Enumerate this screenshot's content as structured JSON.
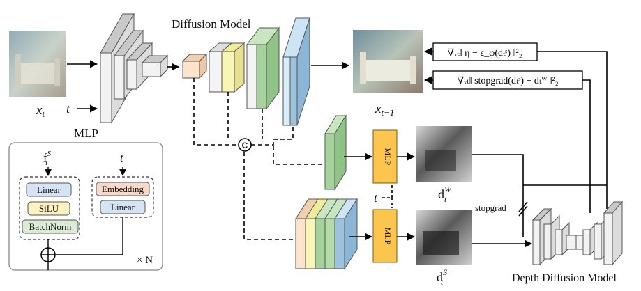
{
  "diffusion_model": {
    "title": "Diffusion Model"
  },
  "inputs": {
    "x_t": "x",
    "x_t_sub": "t",
    "t": "t"
  },
  "output": {
    "x_prev": "x",
    "x_prev_sub": "t−1"
  },
  "concat": {
    "symbol": "C"
  },
  "mlp_box": {
    "title": "MLP",
    "feature_input": "f",
    "feature_sup": "S",
    "feature_sub": "t",
    "time_input": "t",
    "left_layers": [
      "Linear",
      "SiLU",
      "BatchNorm"
    ],
    "right_layers": [
      "Embedding",
      "Linear"
    ],
    "repeat": "× N"
  },
  "mlp_blocks": {
    "label": "MLP"
  },
  "time_mid": "t",
  "depth_outputs": {
    "dw": "d",
    "dw_sup": "W",
    "dw_sub": "t",
    "ds": "d",
    "ds_sup": "S",
    "ds_sub": "t"
  },
  "stopgrad": "stopgrad",
  "depth_diffusion_model": {
    "title": "Depth Diffusion Model"
  },
  "loss_top": "∇ₓₜ‖ η − ε_φ(dₜˢ) ‖²₂",
  "loss_bottom": "∇ₓₜ‖ stopgrad(dₜˢ) − dₜᵂ ‖²₂",
  "colors": {
    "peach": "#fbe3cc",
    "yellow": "#f9f5b5",
    "green": "#a6d39b",
    "blue": "#9cc3de",
    "mlp_orange": "#fbc54e",
    "embedding": "#f7d9cb",
    "linear": "#d5e3f4",
    "silu": "#fcf2c2",
    "batchnorm": "#dcebd5"
  }
}
